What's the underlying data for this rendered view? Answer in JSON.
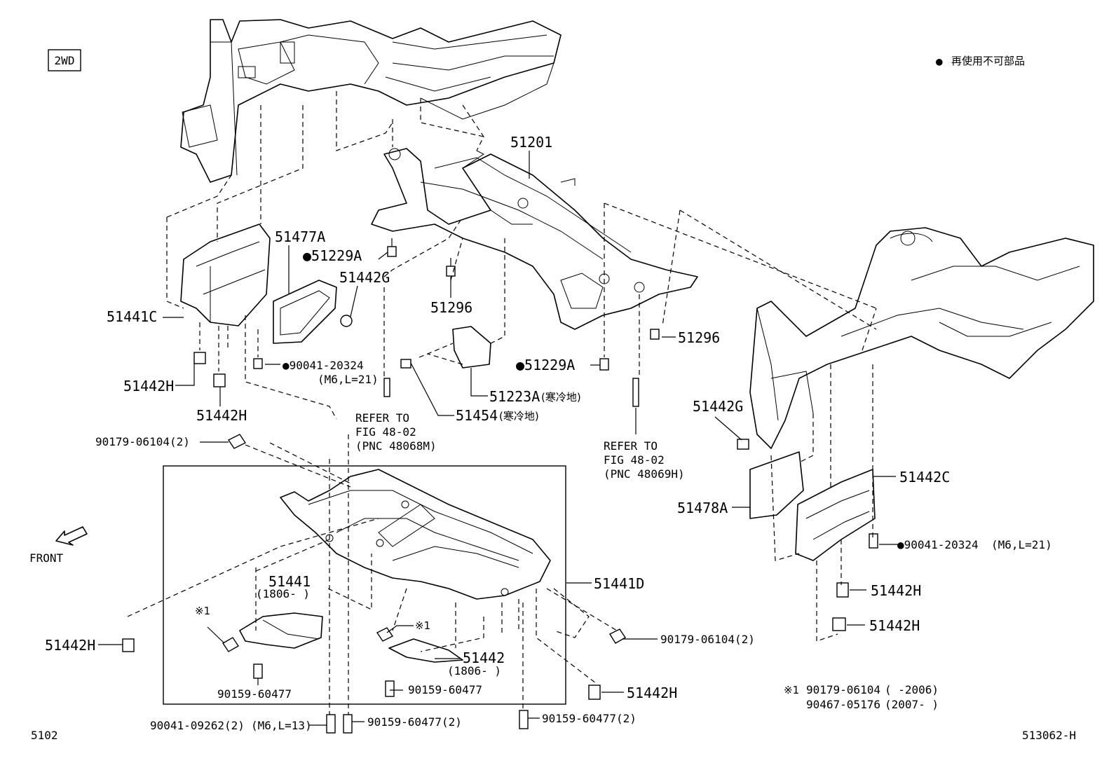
{
  "header": {
    "variant_badge": "2WD",
    "legend_symbol": "●",
    "legend_text": "再使用不可部品"
  },
  "footer": {
    "page_ref": "5102",
    "figure_id": "513062-H"
  },
  "direction": {
    "front_label": "FRONT"
  },
  "footnote": {
    "marker": "※1",
    "line1_part": "90179-06104",
    "line1_range": "(      -2006)",
    "line2_part": "90467-05176",
    "line2_range": "(2007-      )"
  },
  "callouts": {
    "p51201": "51201",
    "p51477A": "51477A",
    "p51229A_top": "●51229A",
    "p51442G_left": "51442G",
    "p51296_left": "51296",
    "p51441C": "51441C",
    "p51442H_a": "51442H",
    "p51442H_b": "51442H",
    "p90041_20324_left": "●90041-20324",
    "p90041_20324_left_spec": "(M6,L=21)",
    "p51454": "51454",
    "p51454_note": "(寒冷地)",
    "p51223A": "51223A",
    "p51223A_note": "(寒冷地)",
    "p51229A_right": "●51229A",
    "p51296_right": "51296",
    "refer_left_1": "REFER TO",
    "refer_left_2": "FIG 48-02",
    "refer_left_3": "(PNC 48068M)",
    "refer_right_1": "REFER TO",
    "refer_right_2": "FIG 48-02",
    "refer_right_3": "(PNC 48069H)",
    "p90179_06104_left": "90179-06104(2)",
    "p51442G_right": "51442G",
    "p51442C": "51442C",
    "p51478A": "51478A",
    "p90041_20324_right": "●90041-20324",
    "p90041_20324_right_spec": "(M6,L=21)",
    "p51442H_c": "51442H",
    "p51442H_d": "51442H",
    "p51441D": "51441D",
    "p51441": "51441",
    "p51441_range": "(1806-    )",
    "p51442": "51442",
    "p51442_range": "(1806-    )",
    "mark_x1_a": "※1",
    "mark_x1_b": "※1",
    "p90159_60477_a": "90159-60477",
    "p90159_60477_b": "90159-60477",
    "p51442H_e": "51442H",
    "p51442H_f": "51442H",
    "p90179_06104_right": "90179-06104(2)",
    "p90041_09262": "90041-09262(2)",
    "p90041_09262_spec": "(M6,L=13)",
    "p90159_60477_2a": "90159-60477(2)",
    "p90159_60477_2b": "90159-60477(2)"
  }
}
